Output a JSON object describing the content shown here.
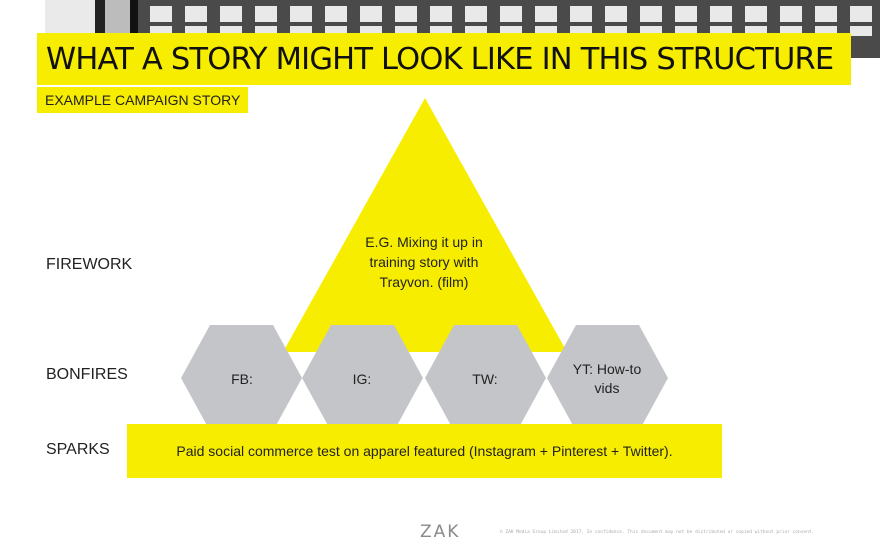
{
  "slide": {
    "title": "WHAT A STORY MIGHT LOOK LIKE IN THIS STRUCTURE",
    "subtitle": "EXAMPLE CAMPAIGN STORY"
  },
  "tiers": {
    "firework": {
      "label": "FIREWORK",
      "text": "E.G. Mixing it up in training story with Trayvon. (film)"
    },
    "bonfires": {
      "label": "BONFIRES",
      "items": [
        "FB:",
        "IG:",
        "TW:",
        "YT: How-to vids"
      ]
    },
    "sparks": {
      "label": "SPARKS",
      "text": "Paid social commerce test on apparel featured (Instagram + Pinterest + Twitter)."
    }
  },
  "footer": {
    "logo": "ZAK",
    "note": "© ZAK Media Group Limited 2017. In confidence. This document may not be distributed or copied without prior consent."
  },
  "colors": {
    "accent": "#f7ed00",
    "hexagon": "#c3c5c8",
    "text": "#222222"
  }
}
